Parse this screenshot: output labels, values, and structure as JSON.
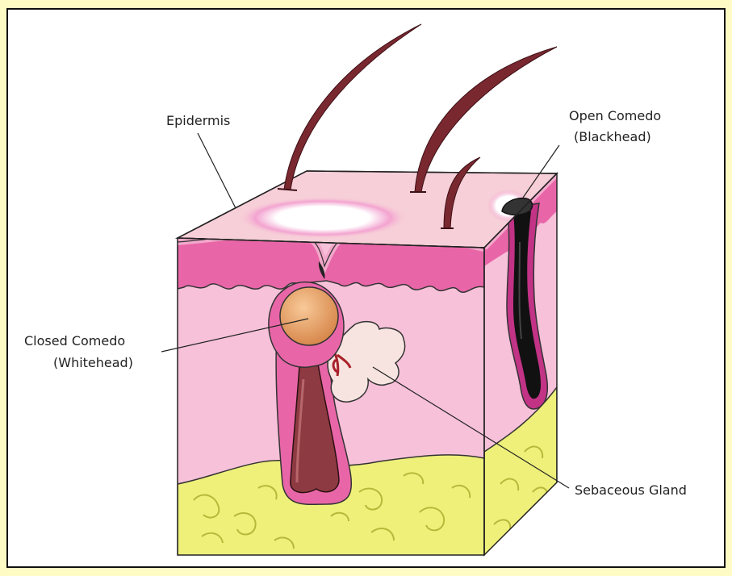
{
  "labels": {
    "epidermis": "Epidermis",
    "open_comedo_line1": "Open Comedo",
    "open_comedo_line2": "(Blackhead)",
    "closed_comedo_line1": "Closed Comedo",
    "closed_comedo_line2": "(Whitehead)",
    "sebaceous_gland": "Sebaceous Gland"
  },
  "colors": {
    "background": "#fffbc4",
    "epidermis_surface": "#f7cfd8",
    "dermis": "#f6bcd6",
    "epidermis_layer": "#e866a8",
    "fat": "#eef07a",
    "hair": "#7a2830",
    "whitehead": "#e8a46a",
    "blackhead": "#111111",
    "gland": "#f7e4e0"
  }
}
